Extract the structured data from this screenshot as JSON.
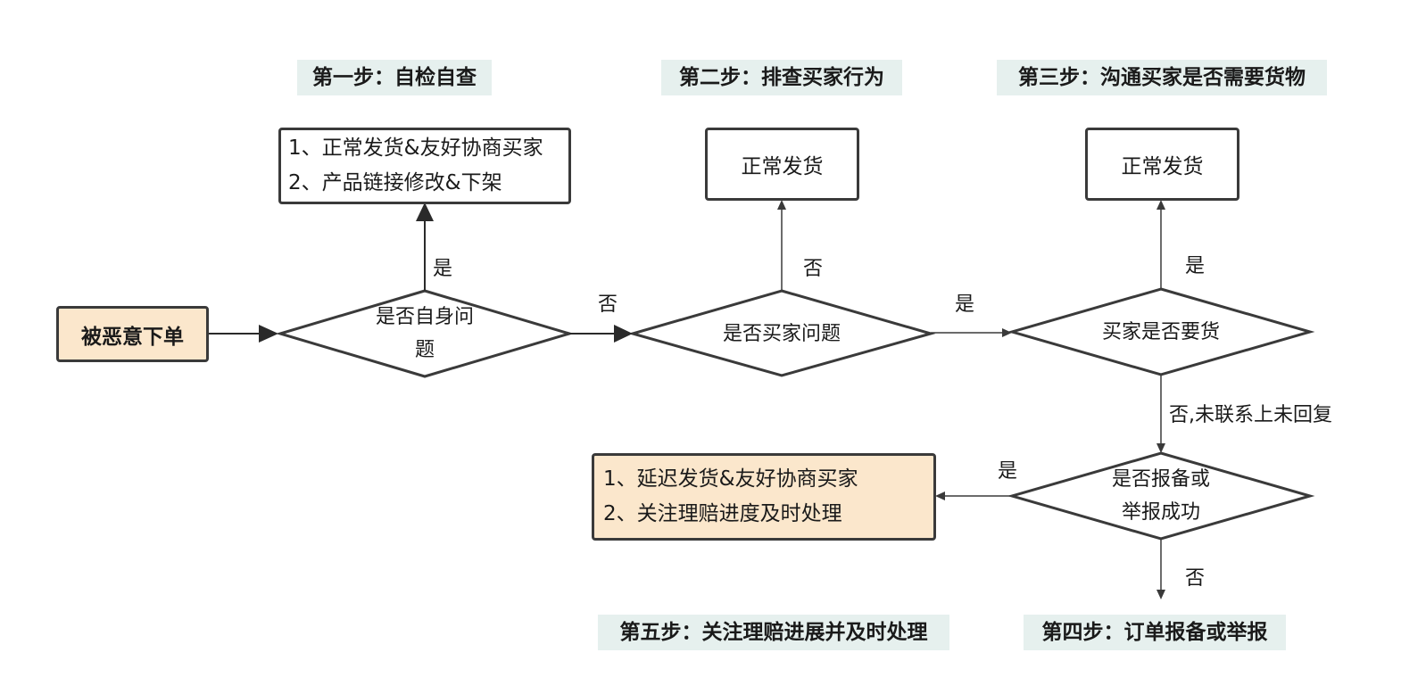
{
  "steps": {
    "step1": "第一步：自检自查",
    "step2": "第二步：排查买家行为",
    "step3": "第三步：沟通买家是否需要货物",
    "step4": "第四步：订单报备或举报",
    "step5": "第五步：关注理赔进展并及时处理"
  },
  "nodes": {
    "start": "被恶意下单",
    "self_check": {
      "line1": "是否自身问",
      "line2": "题"
    },
    "buyer_issue": "是否买家问题",
    "buyer_wants": "买家是否要货",
    "report_success": {
      "line1": "是否报备或",
      "line2": "举报成功"
    },
    "action_self": {
      "line1": "1、正常发货&友好协商买家",
      "line2": "2、产品链接修改&下架"
    },
    "ship_normal_1": "正常发货",
    "ship_normal_2": "正常发货",
    "action_claim": {
      "line1": "1、延迟发货&友好协商买家",
      "line2": "2、关注理赔进度及时处理"
    }
  },
  "edges": {
    "self_yes": "是",
    "self_no": "否",
    "buyer_no": "否",
    "buyer_yes": "是",
    "wants_yes": "是",
    "wants_no": "否,未联系上未回复",
    "report_yes": "是",
    "report_no": "否"
  },
  "colors": {
    "stroke": "#3a3a3a",
    "step_bg": "#e6f0ee",
    "highlight_fill": "#fbe7cc"
  }
}
